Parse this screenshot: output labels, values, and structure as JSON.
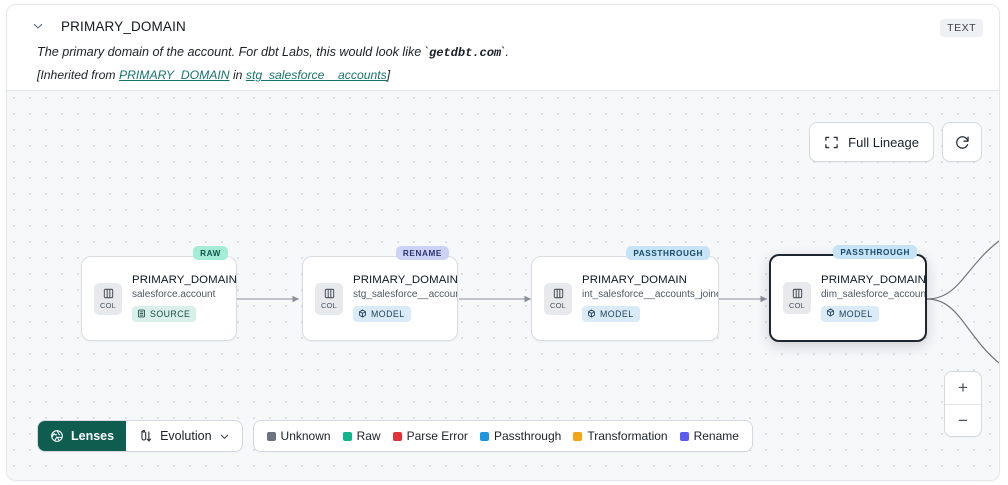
{
  "header": {
    "collapse_icon": "chevron-down-icon",
    "title": "PRIMARY_DOMAIN",
    "type_badge": "TEXT",
    "description_prefix": "The primary domain of the account. For dbt Labs, this would look like `",
    "description_code": "getdbt.com",
    "description_suffix": "`.",
    "inherit_open": "[Inherited from ",
    "inherit_link_1": "PRIMARY_DOMAIN",
    "inherit_mid": " in ",
    "inherit_link_2": "stg_salesforce__accounts",
    "inherit_close": "]"
  },
  "toolbar": {
    "full_lineage_label": "Full Lineage",
    "full_lineage_icon": "expand-corners-icon",
    "refresh_icon": "refresh-icon",
    "zoom_in_label": "+",
    "zoom_out_label": "−"
  },
  "graph": {
    "nodes": [
      {
        "tag": "RAW",
        "tag_kind": "raw",
        "col_label": "COL",
        "title": "PRIMARY_DOMAIN__C",
        "subtitle": "salesforce.account",
        "pill_label": "SOURCE",
        "pill_kind": "source",
        "pill_icon": "database-icon",
        "selected": false
      },
      {
        "tag": "RENAME",
        "tag_kind": "rename",
        "col_label": "COL",
        "title": "PRIMARY_DOMAIN",
        "subtitle": "stg_salesforce__accounts",
        "pill_label": "MODEL",
        "pill_kind": "model",
        "pill_icon": "cube-icon",
        "selected": false
      },
      {
        "tag": "PASSTHROUGH",
        "tag_kind": "passthrough",
        "col_label": "COL",
        "title": "PRIMARY_DOMAIN",
        "subtitle": "int_salesforce__accounts_joined",
        "pill_label": "MODEL",
        "pill_kind": "model",
        "pill_icon": "cube-icon",
        "selected": false
      },
      {
        "tag": "PASSTHROUGH",
        "tag_kind": "passthrough",
        "col_label": "COL",
        "title": "PRIMARY_DOMAIN",
        "subtitle": "dim_salesforce_accounts",
        "pill_label": "MODEL",
        "pill_kind": "model",
        "pill_icon": "cube-icon",
        "selected": true
      }
    ]
  },
  "bottom": {
    "lenses_label": "Lenses",
    "lenses_icon": "aperture-icon",
    "evolution_label": "Evolution",
    "evolution_icon": "flask-arrow-icon",
    "evolution_chevron": "chevron-down-icon",
    "legend": [
      {
        "label": "Unknown",
        "color": "#6b7280"
      },
      {
        "label": "Raw",
        "color": "#10b58c"
      },
      {
        "label": "Parse Error",
        "color": "#e0323c"
      },
      {
        "label": "Passthrough",
        "color": "#2196e0"
      },
      {
        "label": "Transformation",
        "color": "#f2a617"
      },
      {
        "label": "Rename",
        "color": "#5b5bef"
      }
    ]
  }
}
